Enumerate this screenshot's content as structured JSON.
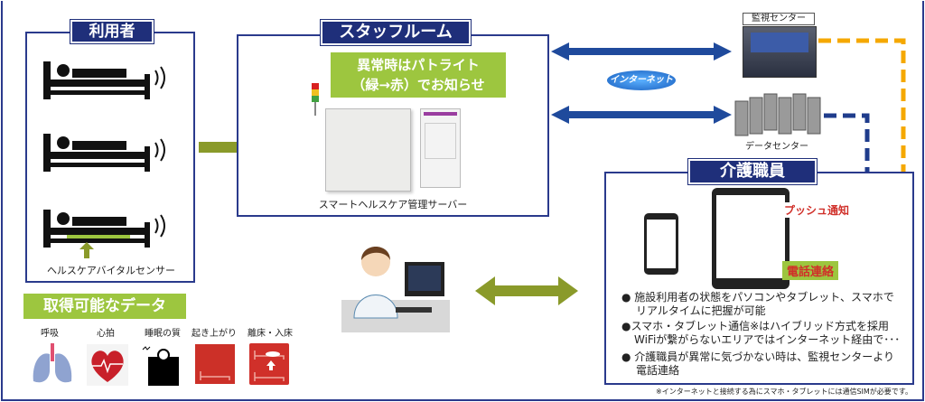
{
  "users": {
    "title": "利用者",
    "sensor_label": "ヘルスケアバイタルセンサー"
  },
  "staff": {
    "title": "スタッフルーム",
    "banner_line1": "異常時はパトライト",
    "banner_line2": "（緑→赤）でお知らせ",
    "server_label": "スマートヘルスケア管理サーバー"
  },
  "monitor_center": "監視センター",
  "data_center": "データセンター",
  "internet": "インターネット",
  "caregiver": {
    "title": "介護職員",
    "push": "プッシュ通知",
    "phone": "電話連絡",
    "bullets": [
      {
        "line1": "施設利用者の状態をパソコンやタブレット、スマホで",
        "line2": "リアルタイムに把握が可能"
      },
      {
        "line1": "スマホ・タブレット通信※はハイブリッド方式を採用",
        "line2": "WiFiが繋がらないエリアではインターネット経由で･･･"
      },
      {
        "line1": "介護職員が異常に気づかない時は、監視センターより",
        "line2": "電話連絡"
      }
    ]
  },
  "footnote": "※インターネットと接続する為にスマホ・タブレットには通信SIMが必要です。",
  "data_section": {
    "title": "取得可能なデータ",
    "items": [
      "呼吸",
      "心拍",
      "睡眠の質",
      "起き上がり",
      "離床・入床"
    ]
  },
  "colors": {
    "navy": "#1f2f7a",
    "green": "#9dc63f",
    "olive": "#8a9a2a",
    "orange": "#f5a800",
    "red": "#d0302a"
  }
}
